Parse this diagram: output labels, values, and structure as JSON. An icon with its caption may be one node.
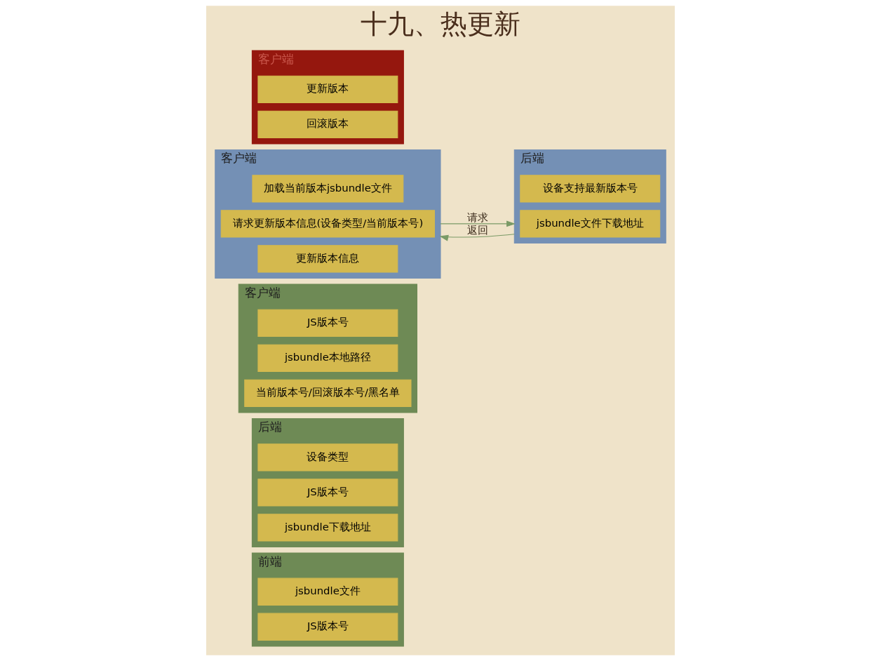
{
  "diagram": {
    "title": "十九、热更新",
    "nodes": [
      {
        "text": [
          "前端"
        ]
      },
      {
        "text": [
          "jsbundle文件"
        ],
        "in": 0
      },
      {
        "text": [
          "JS版本号"
        ],
        "in": 0
      },
      {
        "text": [
          "后端"
        ]
      },
      {
        "text": [
          "设备类型"
        ],
        "in": 3
      },
      {
        "text": [
          "JS版本号"
        ],
        "in": 3
      },
      {
        "text": [
          "jsbundle下载地址"
        ],
        "in": 3
      },
      {
        "text": [
          "客户端"
        ]
      },
      {
        "text": [
          "JS版本号"
        ],
        "in": 7
      },
      {
        "text": [
          "jsbundle本地路径"
        ],
        "in": 7
      },
      {
        "text": [
          "当前版本号/回滚版本号/黑名单"
        ],
        "in": 7
      },
      {
        "text": [
          "客户端"
        ]
      },
      {
        "text": [
          "加载当前版本jsbundle文件"
        ],
        "in": 11
      },
      {
        "text": [
          "请求更新版本信息(设备类型/当前版本号)"
        ],
        "in": 11
      },
      {
        "text": [
          "更新版本信息"
        ],
        "in": 11
      },
      {
        "text": [
          "后端"
        ]
      },
      {
        "text": [
          "设备支持最新版本号"
        ],
        "in": 15
      },
      {
        "text": [
          "jsbundle文件下载地址"
        ],
        "in": 15
      },
      {
        "text": [
          "客户端"
        ]
      },
      {
        "text": [
          "更新版本"
        ],
        "in": 18
      },
      {
        "text": [
          "回滚版本"
        ],
        "in": 18
      }
    ],
    "edges": [
      {
        "from": 11,
        "to": 15,
        "arrow": "to",
        "label": "请求"
      },
      {
        "from": 15,
        "to": 11,
        "arrow": "to",
        "label": "返回"
      }
    ]
  }
}
